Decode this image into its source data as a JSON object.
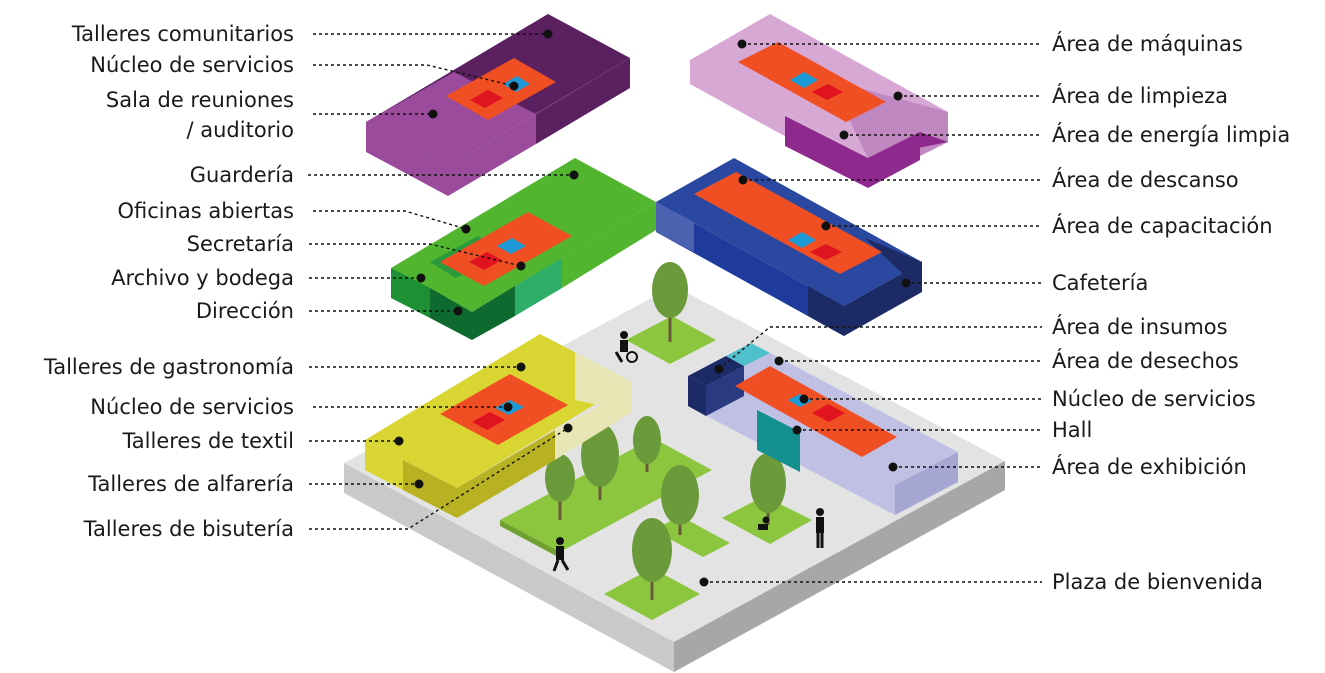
{
  "labels_left": [
    "Talleres comunitarios",
    "Núcleo de servicios",
    "Sala de reuniones",
    "/ auditorio",
    "Guardería",
    "Oficinas abiertas",
    "Secretaría",
    "Archivo y bodega",
    "Dirección",
    "Talleres de gastronomía",
    "Núcleo de servicios",
    "Talleres de textil",
    "Talleres de alfarería",
    "Talleres de bisutería"
  ],
  "labels_right": [
    "Área de máquinas",
    "Área de limpieza",
    "Área de energía limpia",
    "Área de descanso",
    "Área de capacitación",
    "Cafetería",
    "Área de insumos",
    "Área de desechos",
    "Núcleo de servicios",
    "Hall",
    "Área de exhibición",
    "Plaza de bienvenida"
  ],
  "colors": {
    "base_top": "#e3e3e3",
    "base_side": "#b5b5b5",
    "grass": "#8cc63f",
    "tree": "#6b9a3a",
    "core_orange": "#f04e23",
    "core_red": "#e0141e",
    "core_blue": "#1e9ad6",
    "purple_dark": "#5a2060",
    "purple_mid": "#9b4b9c",
    "lilac": "#d8a8d4",
    "magenta": "#8e2a8e",
    "green_bright": "#52b52f",
    "green_mid": "#2a9a3a",
    "green_dark": "#0f6a30",
    "teal_green": "#2fae6a",
    "navy": "#1c2a66",
    "blue_mid": "#2a48a0",
    "blue_light": "#4a62b0",
    "yellow": "#d9d633",
    "olive": "#b8b223",
    "cream": "#e8e6b5",
    "cyan": "#4fc0cc",
    "teal_dark": "#159090",
    "lavender": "#bfc0e4"
  }
}
